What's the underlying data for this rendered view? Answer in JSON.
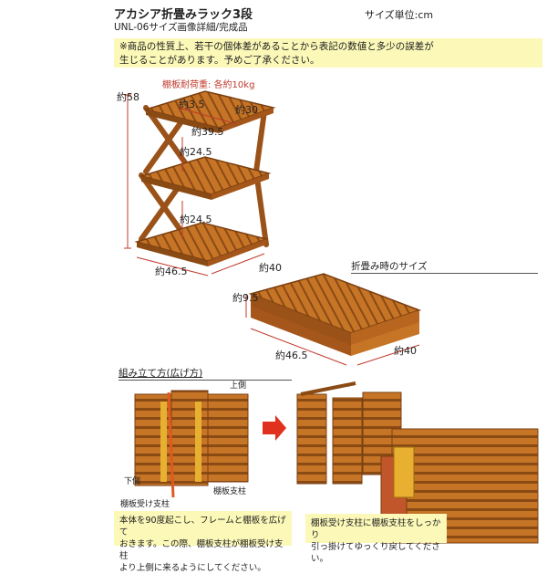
{
  "header": {
    "title": "アカシア折畳みラック3段",
    "subtitle": "UNL-06サイズ画像詳細/完成品",
    "unit": "サイズ単位:cm"
  },
  "notice": {
    "line1": "※商品の性質上、若干の個体差があることから表記の数値と多少の誤差が",
    "line2": "生じることがあります。予めご了承ください。"
  },
  "main_product": {
    "load_label": "棚板耐荷重: 各約10kg",
    "height": "約58",
    "slat_gap": "約3.5",
    "depth_top": "約30",
    "shelf_width": "約39.5",
    "shelf_gap_1": "約24.5",
    "shelf_gap_2": "約24.5",
    "width": "約46.5",
    "depth": "約40"
  },
  "folded": {
    "heading": "折畳み時のサイズ",
    "thickness": "約9.5",
    "width": "約46.5",
    "depth": "約40"
  },
  "assembly": {
    "heading": "組み立て方(広げ方)",
    "top_side": "上側",
    "bottom_side": "下側",
    "support_post": "棚板支柱",
    "receiver_post": "棚板受け支柱",
    "caption_left_1": "本体を90度起こし、フレームと棚板を広げて",
    "caption_left_2": "おきます。この際、棚板支柱が棚板受け支柱",
    "caption_left_3": "より上側に来るようにしてください。",
    "caption_right_1": "棚板受け支柱に棚板支柱をしっかり",
    "caption_right_2": "引っ掛けてゆっくり戻してください。"
  },
  "colors": {
    "wood": "#b8661f",
    "wood_dark": "#8a4a14",
    "wood_light": "#d88a3a",
    "notice_bg": "#fbf8b8",
    "dimension_line": "#c0392b",
    "arrow": "#e0301e"
  }
}
